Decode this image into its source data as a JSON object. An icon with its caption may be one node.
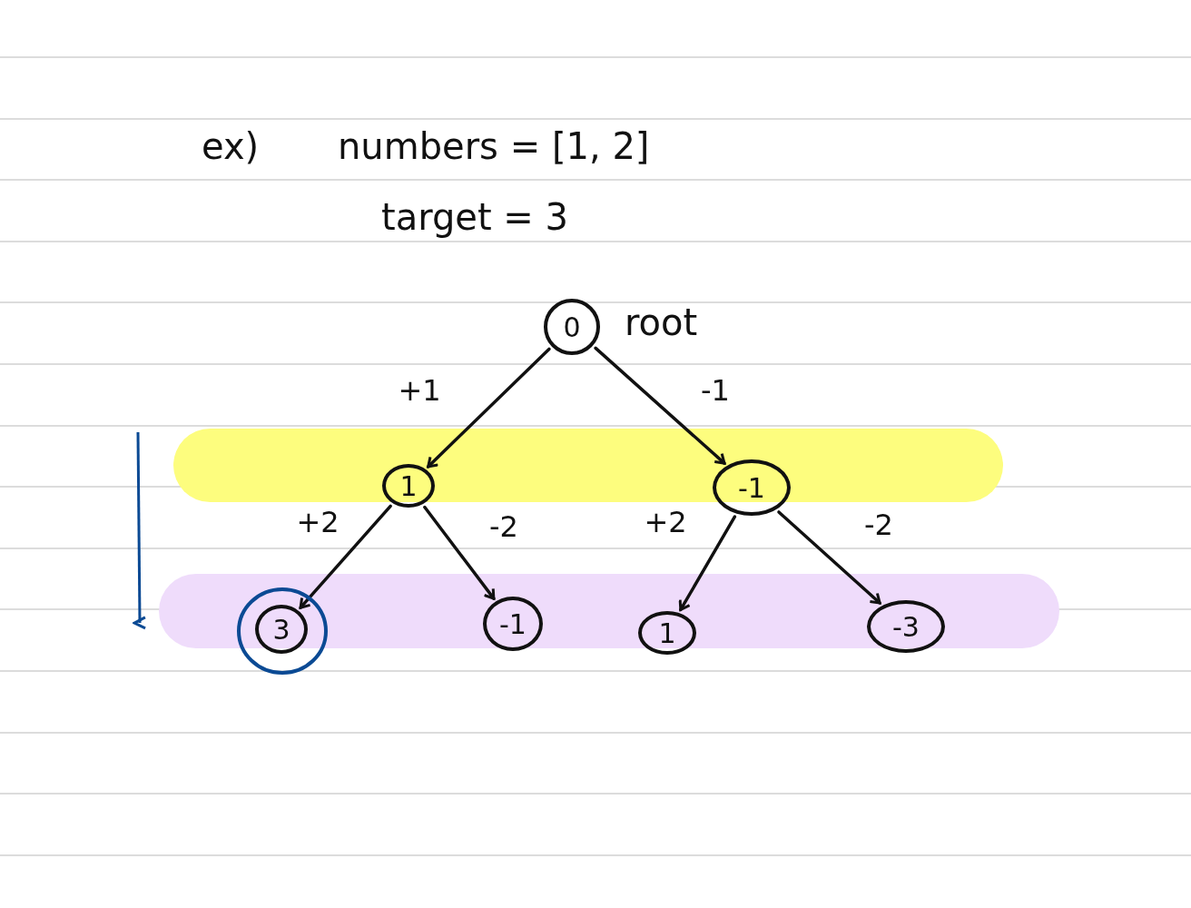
{
  "diagram": {
    "nodes": [
      {
        "text": [
          "0"
        ],
        "beside": [
          "root"
        ]
      },
      {
        "text": [
          "1"
        ]
      },
      {
        "text": [
          "-1"
        ]
      },
      {
        "text": [
          "3"
        ]
      },
      {
        "text": [
          "-1"
        ]
      },
      {
        "text": [
          "1"
        ]
      },
      {
        "text": [
          "-3"
        ]
      }
    ],
    "edges": [
      {
        "from": 0,
        "to": 1,
        "arrow": "to",
        "label": "+1"
      },
      {
        "from": 0,
        "to": 2,
        "arrow": "to",
        "label": "-1"
      },
      {
        "from": 1,
        "to": 3,
        "arrow": "to",
        "label": "+2"
      },
      {
        "from": 1,
        "to": 4,
        "arrow": "to",
        "label": "-2"
      },
      {
        "from": 2,
        "to": 5,
        "arrow": "to",
        "label": "+2"
      },
      {
        "from": 2,
        "to": 6,
        "arrow": "to",
        "label": "-2"
      }
    ],
    "labels": [
      "ex)",
      "numbers = [1, 2]",
      "target = 3"
    ]
  }
}
